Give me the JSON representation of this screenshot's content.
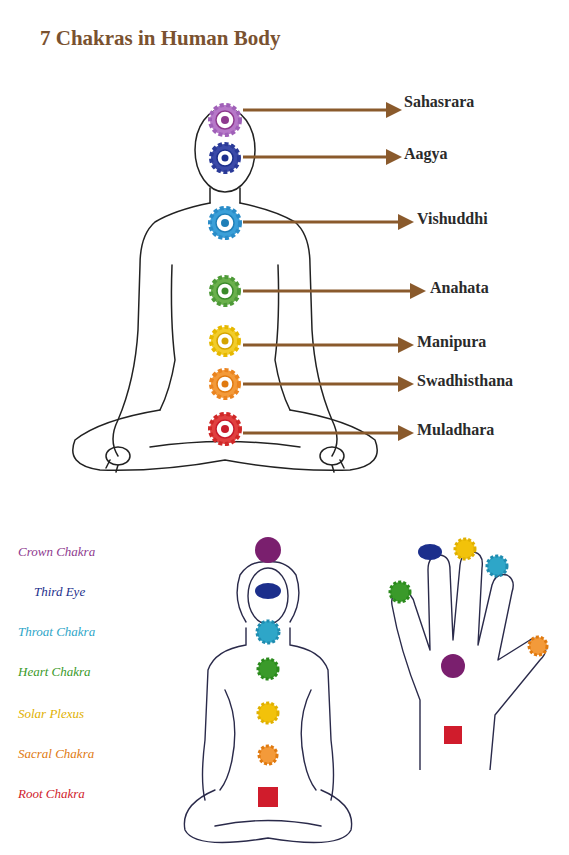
{
  "diagram": {
    "title": "7 Chakras in Human Body",
    "labels": [
      "Sahasrara",
      "Aagya",
      "Vishuddhi",
      "Anahata",
      "Manipura",
      "Swadhisthana",
      "Muladhara",
      "Crown Chakra",
      "Third Eye",
      "Throat Chakra",
      "Heart Chakra",
      "Solar Plexus",
      "Sacral Chakra",
      "Root Chakra"
    ]
  }
}
